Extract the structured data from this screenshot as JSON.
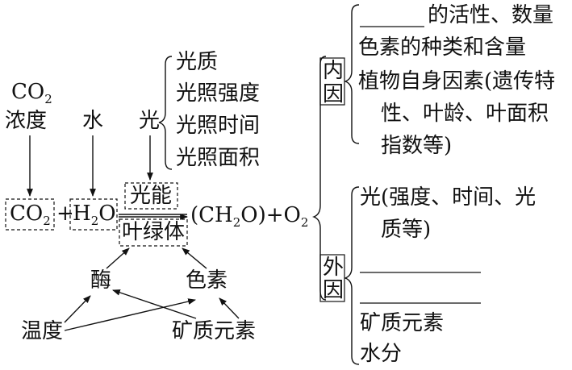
{
  "factors": {
    "co2": {
      "line1": "CO",
      "sub": "2",
      "line2": "浓度"
    },
    "water": "水",
    "light": "光",
    "light_aspects": [
      "光质",
      "光照强度",
      "光照时间",
      "光照面积"
    ]
  },
  "equation": {
    "co2": {
      "main": "CO",
      "sub": "2"
    },
    "plus1": "+",
    "h2o": {
      "h": "H",
      "sub": "2",
      "o": "O"
    },
    "light_energy": "光能",
    "chloroplast": "叶绿体",
    "product": "(CH",
    "product_sub": "2",
    "product_end": "O)+O",
    "o2_sub": "2"
  },
  "modifiers": {
    "enzyme": "酶",
    "pigment": "色素",
    "temperature": "温度",
    "mineral": "矿质元素"
  },
  "internal": {
    "label": [
      "内",
      "因"
    ],
    "items": [
      "的活性、数量",
      "色素的种类和含量",
      "植物自身因素(遗传特",
      "性、叶龄、叶面积",
      "指数等)"
    ]
  },
  "external": {
    "label": [
      "外",
      "因"
    ],
    "items": [
      "光(强度、时间、光",
      "质等)",
      "矿质元素",
      "水分"
    ]
  }
}
